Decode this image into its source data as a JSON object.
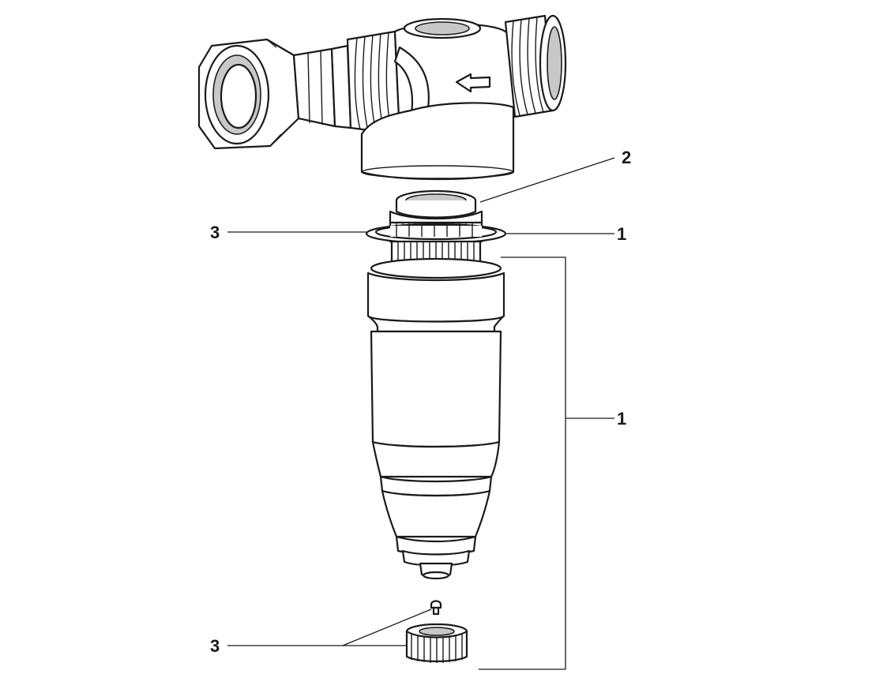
{
  "callouts": {
    "top_right_a": "2",
    "left_upper": "3",
    "right_upper": "1",
    "right_bracket": "1",
    "left_lower": "3"
  },
  "colors": {
    "line": "#1a1a1a",
    "fill": "#ffffff",
    "shade": "#c8c8c8"
  }
}
